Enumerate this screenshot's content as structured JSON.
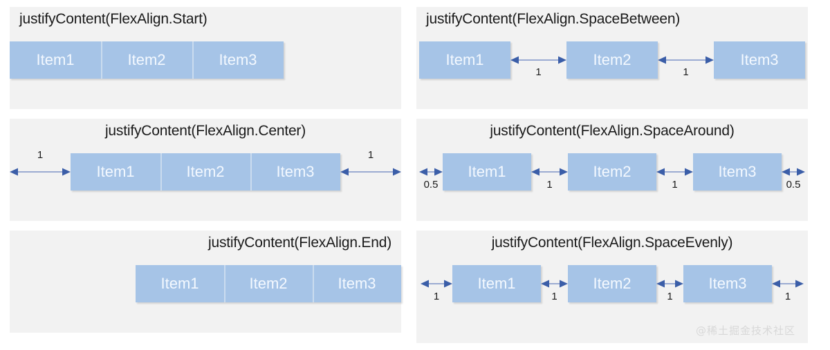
{
  "accent_blue": "#a6c4e7",
  "arrow_color": "#3b5ea8",
  "panel_bg": "#f2f2f2",
  "page_bg": "#ffffff",
  "item_text_color": "#f4f9ff",
  "watermark": "@稀土掘金技术社区",
  "panels": [
    {
      "id": "start",
      "title": "justifyContent(FlexAlign.Start)",
      "title_align": "left",
      "items": [
        "Item1",
        "Item2",
        "Item3"
      ],
      "gaps": []
    },
    {
      "id": "space-between",
      "title": "justifyContent(FlexAlign.SpaceBetween)",
      "title_align": "left",
      "items": [
        "Item1",
        "Item2",
        "Item3"
      ],
      "gaps": [
        {
          "label": "1",
          "position": "between-1-2"
        },
        {
          "label": "1",
          "position": "between-2-3"
        }
      ]
    },
    {
      "id": "center",
      "title": "justifyContent(FlexAlign.Center)",
      "title_align": "center",
      "items": [
        "Item1",
        "Item2",
        "Item3"
      ],
      "gaps": [
        {
          "label": "1",
          "position": "leading-edge"
        },
        {
          "label": "1",
          "position": "trailing-edge"
        }
      ]
    },
    {
      "id": "space-around",
      "title": "justifyContent(FlexAlign.SpaceAround)",
      "title_align": "center",
      "items": [
        "Item1",
        "Item2",
        "Item3"
      ],
      "gaps": [
        {
          "label": "0.5",
          "position": "leading-edge"
        },
        {
          "label": "1",
          "position": "between-1-2"
        },
        {
          "label": "1",
          "position": "between-2-3"
        },
        {
          "label": "0.5",
          "position": "trailing-edge"
        }
      ]
    },
    {
      "id": "end",
      "title": "justifyContent(FlexAlign.End)",
      "title_align": "right",
      "items": [
        "Item1",
        "Item2",
        "Item3"
      ],
      "gaps": []
    },
    {
      "id": "space-evenly",
      "title": "justifyContent(FlexAlign.SpaceEvenly)",
      "title_align": "center",
      "items": [
        "Item1",
        "Item2",
        "Item3"
      ],
      "gaps": [
        {
          "label": "1",
          "position": "leading-edge"
        },
        {
          "label": "1",
          "position": "between-1-2"
        },
        {
          "label": "1",
          "position": "between-2-3"
        },
        {
          "label": "1",
          "position": "trailing-edge"
        }
      ]
    }
  ]
}
